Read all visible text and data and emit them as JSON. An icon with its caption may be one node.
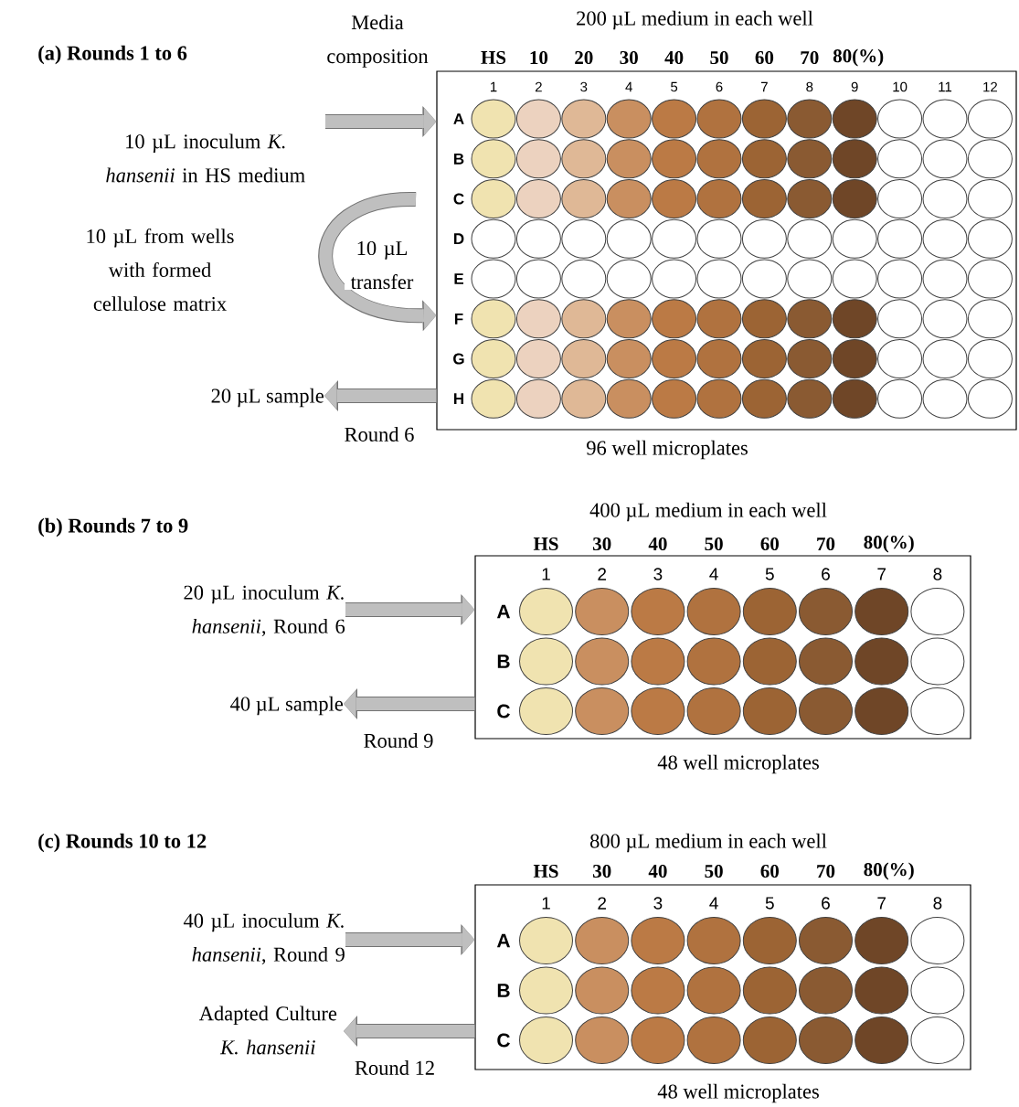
{
  "diagram": {
    "nodes": [
      {
        "text": [
          "10 µL inoculum *K. hansenii* in HS medium"
        ]
      },
      {
        "text": [],
        "shape": "box",
        "beside": [
          "200 µL medium in each well",
          "96 well microplates"
        ]
      },
      {
        "text": [
          "20 µL sample"
        ]
      },
      {
        "text": [
          "20 µL inoculum *K. hansenii*, Round 6"
        ]
      },
      {
        "text": [],
        "shape": "box",
        "beside": [
          "400 µL medium in each well",
          "48 well microplates"
        ]
      },
      {
        "text": [
          "40 µL sample"
        ]
      },
      {
        "text": [
          "40 µL inoculum *K. hansenii*, Round 9"
        ]
      },
      {
        "text": [],
        "shape": "box",
        "beside": [
          "800 µL medium in each well",
          "48 well microplates"
        ]
      },
      {
        "text": [
          "Adapted Culture *K. hansenii*"
        ]
      }
    ],
    "edges": [
      {
        "from": 0,
        "to": 1,
        "arrow": "to"
      },
      {
        "from": null,
        "to": 1,
        "arrow": "to",
        "label": "10 µL transfer"
      },
      {
        "from": 1,
        "to": 2,
        "arrow": "to",
        "label": "Round 6"
      },
      {
        "from": 3,
        "to": 4,
        "arrow": "to"
      },
      {
        "from": 4,
        "to": 5,
        "arrow": "to",
        "label": "Round 9"
      },
      {
        "from": 6,
        "to": 7,
        "arrow": "to"
      },
      {
        "from": 7,
        "to": 8,
        "arrow": "to",
        "label": "Round 12"
      }
    ],
    "labels": [
      "(a) Rounds 1 to 6",
      "Media composition",
      "10 µL from wells with formed cellulose matrix",
      "HS",
      "10",
      "20",
      "30",
      "40",
      "50",
      "60",
      "70",
      "80(%)",
      "1",
      "2",
      "3",
      "4",
      "5",
      "6",
      "7",
      "8",
      "9",
      "10",
      "11",
      "12",
      "A",
      "B",
      "C",
      "D",
      "E",
      "F",
      "G",
      "H",
      "(b) Rounds 7 to 9",
      "HS",
      "30",
      "40",
      "50",
      "60",
      "70",
      "80(%)",
      "1",
      "2",
      "3",
      "4",
      "5",
      "6",
      "7",
      "8",
      "A",
      "B",
      "C",
      "(c) Rounds 10 to 12",
      "HS",
      "30",
      "40",
      "50",
      "60",
      "70",
      "80(%)",
      "1",
      "2",
      "3",
      "4",
      "5",
      "6",
      "7",
      "8",
      "A",
      "B",
      "C"
    ]
  }
}
